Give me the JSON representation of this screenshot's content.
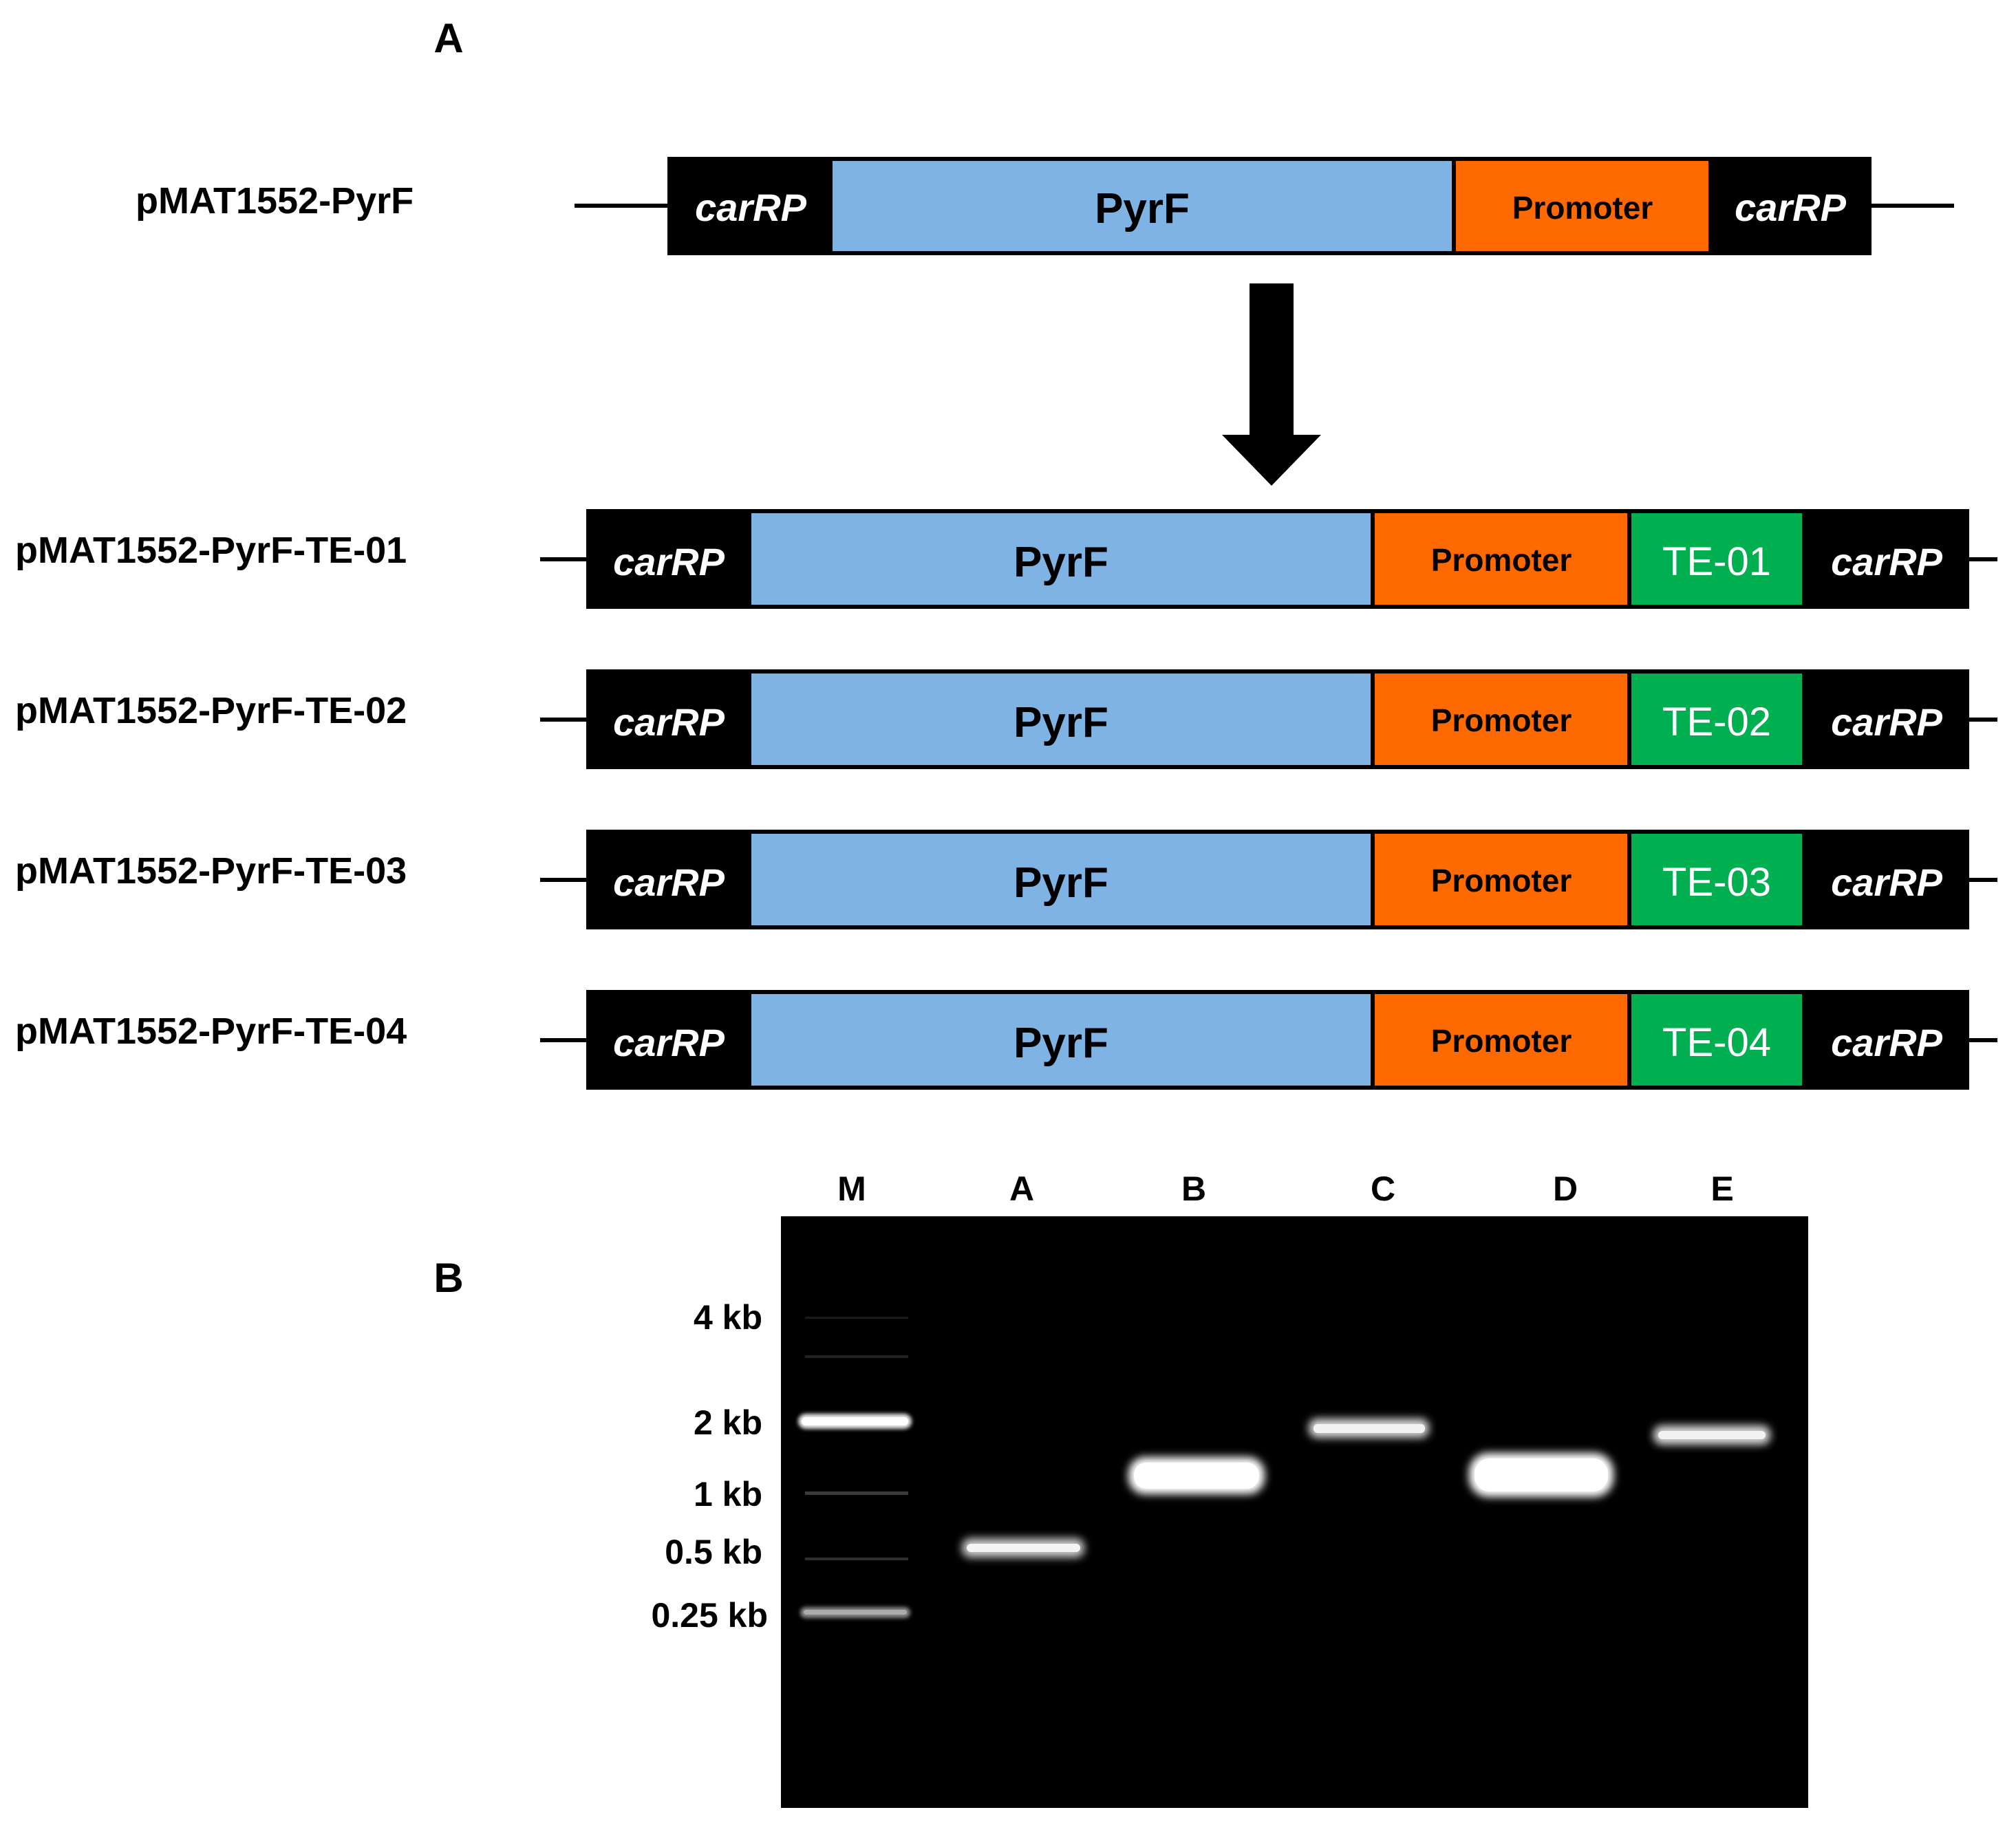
{
  "panel_a": {
    "label": "A",
    "original": {
      "name": "pMAT1552-PyrF",
      "segments": [
        {
          "type": "flank",
          "text": "carRP"
        },
        {
          "type": "gene",
          "text": "PyrF"
        },
        {
          "type": "promoter",
          "text": "Promoter"
        },
        {
          "type": "flank",
          "text": "carRP"
        }
      ]
    },
    "constructs": [
      {
        "name": "pMAT1552-PyrF-TE-01",
        "segments": [
          {
            "type": "flank",
            "text": "carRP"
          },
          {
            "type": "gene",
            "text": "PyrF"
          },
          {
            "type": "promoter",
            "text": "Promoter"
          },
          {
            "type": "te",
            "text": "TE-01"
          },
          {
            "type": "flank",
            "text": "carRP"
          }
        ]
      },
      {
        "name": "pMAT1552-PyrF-TE-02",
        "segments": [
          {
            "type": "flank",
            "text": "carRP"
          },
          {
            "type": "gene",
            "text": "PyrF"
          },
          {
            "type": "promoter",
            "text": "Promoter"
          },
          {
            "type": "te",
            "text": "TE-02"
          },
          {
            "type": "flank",
            "text": "carRP"
          }
        ]
      },
      {
        "name": "pMAT1552-PyrF-TE-03",
        "segments": [
          {
            "type": "flank",
            "text": "carRP"
          },
          {
            "type": "gene",
            "text": "PyrF"
          },
          {
            "type": "promoter",
            "text": "Promoter"
          },
          {
            "type": "te",
            "text": "TE-03"
          },
          {
            "type": "flank",
            "text": "carRP"
          }
        ]
      },
      {
        "name": "pMAT1552-PyrF-TE-04",
        "segments": [
          {
            "type": "flank",
            "text": "carRP"
          },
          {
            "type": "gene",
            "text": "PyrF"
          },
          {
            "type": "promoter",
            "text": "Promoter"
          },
          {
            "type": "te",
            "text": "TE-04"
          },
          {
            "type": "flank",
            "text": "carRP"
          }
        ]
      }
    ]
  },
  "panel_b": {
    "label": "B",
    "lanes": [
      "M",
      "A",
      "B",
      "C",
      "D",
      "E"
    ],
    "size_markers": [
      "4 kb",
      "2 kb",
      "1 kb",
      "0.5 kb",
      "0.25 kb"
    ]
  },
  "colors": {
    "flank": "#000000",
    "gene": "#7fb3e4",
    "promoter": "#ff6a00",
    "te": "#00b050",
    "gel": "#000000"
  }
}
